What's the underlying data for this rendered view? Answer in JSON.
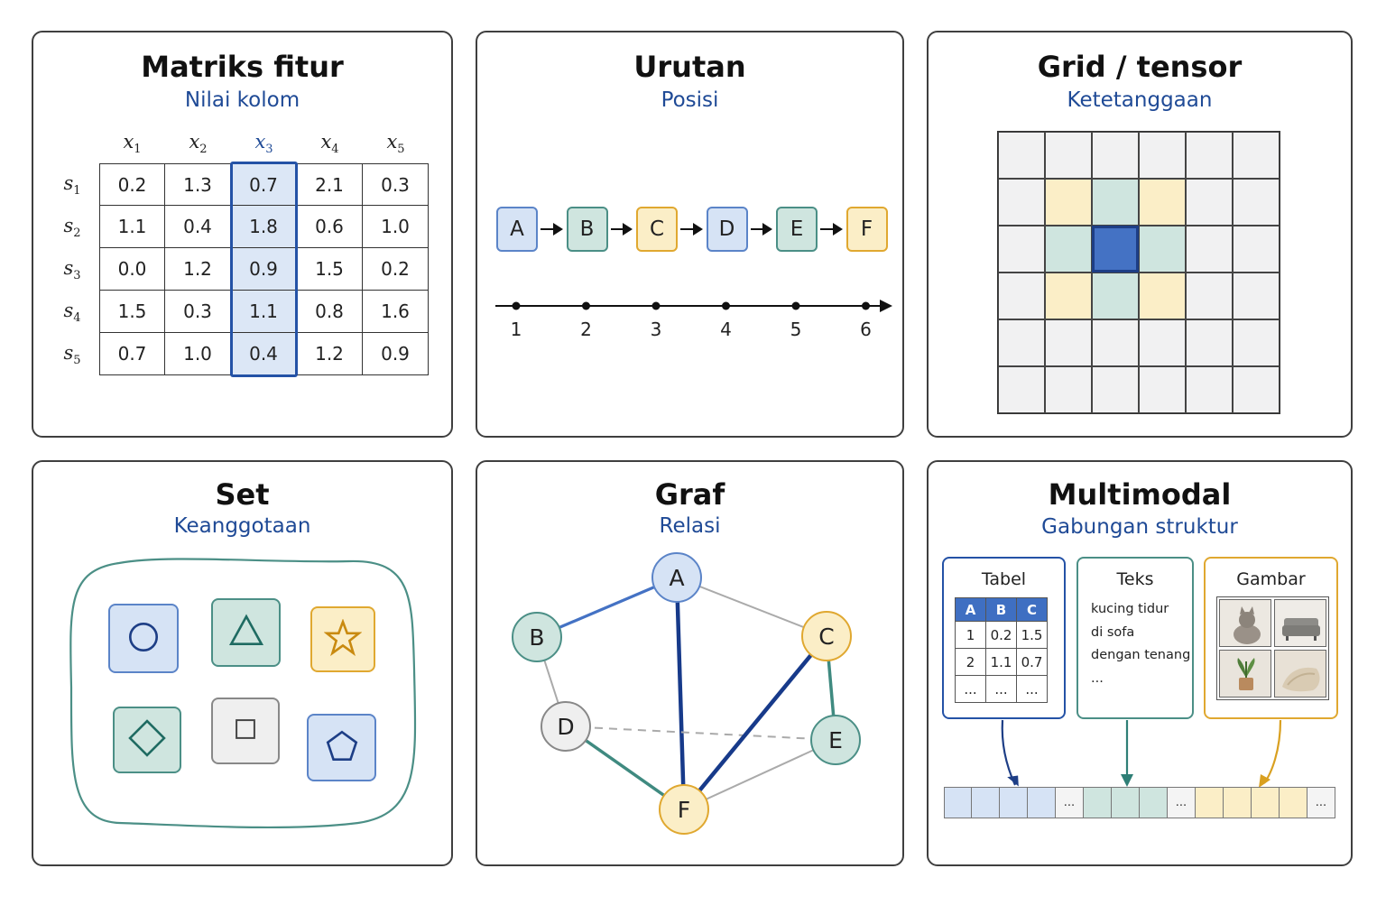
{
  "panels": {
    "matrix": {
      "title": "Matriks fitur",
      "subtitle": "Nilai kolom",
      "columns": [
        {
          "base": "x",
          "sub": "1"
        },
        {
          "base": "x",
          "sub": "2"
        },
        {
          "base": "x",
          "sub": "3"
        },
        {
          "base": "x",
          "sub": "4"
        },
        {
          "base": "x",
          "sub": "5"
        }
      ],
      "rows": [
        {
          "base": "s",
          "sub": "1"
        },
        {
          "base": "s",
          "sub": "2"
        },
        {
          "base": "s",
          "sub": "3"
        },
        {
          "base": "s",
          "sub": "4"
        },
        {
          "base": "s",
          "sub": "5"
        }
      ],
      "values": [
        [
          "0.2",
          "1.3",
          "0.7",
          "2.1",
          "0.3"
        ],
        [
          "1.1",
          "0.4",
          "1.8",
          "0.6",
          "1.0"
        ],
        [
          "0.0",
          "1.2",
          "0.9",
          "1.5",
          "0.2"
        ],
        [
          "1.5",
          "0.3",
          "1.1",
          "0.8",
          "1.6"
        ],
        [
          "0.7",
          "1.0",
          "0.4",
          "1.2",
          "0.9"
        ]
      ],
      "highlight_column": 2,
      "highlight_color": "#2452a6"
    },
    "sequence": {
      "title": "Urutan",
      "subtitle": "Posisi",
      "nodes": [
        {
          "label": "A",
          "color": "blue"
        },
        {
          "label": "B",
          "color": "teal"
        },
        {
          "label": "C",
          "color": "yellow"
        },
        {
          "label": "D",
          "color": "blue"
        },
        {
          "label": "E",
          "color": "teal"
        },
        {
          "label": "F",
          "color": "yellow"
        }
      ],
      "ticks": [
        "1",
        "2",
        "3",
        "4",
        "5",
        "6"
      ]
    },
    "grid": {
      "title": "Grid / tensor",
      "subtitle": "Ketetanggaan",
      "rows": 6,
      "cols": 6,
      "cells": [
        [
          "",
          "",
          "",
          "",
          "",
          ""
        ],
        [
          "",
          "yellow",
          "teal",
          "yellow",
          "",
          ""
        ],
        [
          "",
          "teal",
          "blue",
          "teal",
          "",
          ""
        ],
        [
          "",
          "yellow",
          "teal",
          "yellow",
          "",
          ""
        ],
        [
          "",
          "",
          "",
          "",
          "",
          ""
        ],
        [
          "",
          "",
          "",
          "",
          "",
          ""
        ]
      ]
    },
    "set": {
      "title": "Set",
      "subtitle": "Keanggotaan",
      "items": [
        {
          "shape": "circle-icon",
          "color": "blue"
        },
        {
          "shape": "triangle-icon",
          "color": "teal"
        },
        {
          "shape": "star-icon",
          "color": "yellow"
        },
        {
          "shape": "diamond-icon",
          "color": "teal"
        },
        {
          "shape": "square-icon",
          "color": "gray"
        },
        {
          "shape": "pentagon-icon",
          "color": "blue"
        }
      ]
    },
    "graph": {
      "title": "Graf",
      "subtitle": "Relasi",
      "nodes": [
        {
          "id": "A",
          "color": "blue"
        },
        {
          "id": "B",
          "color": "teal"
        },
        {
          "id": "C",
          "color": "yellow"
        },
        {
          "id": "D",
          "color": "gray"
        },
        {
          "id": "E",
          "color": "teal"
        },
        {
          "id": "F",
          "color": "yellow"
        }
      ],
      "edges": [
        {
          "from": "A",
          "to": "B",
          "style": "blue-medium"
        },
        {
          "from": "A",
          "to": "F",
          "style": "navy-thick"
        },
        {
          "from": "A",
          "to": "C",
          "style": "gray-thin"
        },
        {
          "from": "B",
          "to": "D",
          "style": "gray-thin"
        },
        {
          "from": "D",
          "to": "F",
          "style": "teal-medium"
        },
        {
          "from": "D",
          "to": "E",
          "style": "gray-dashed"
        },
        {
          "from": "C",
          "to": "F",
          "style": "navy-thick"
        },
        {
          "from": "C",
          "to": "E",
          "style": "teal-medium"
        },
        {
          "from": "E",
          "to": "F",
          "style": "gray-thin"
        }
      ]
    },
    "multimodal": {
      "title": "Multimodal",
      "subtitle": "Gabungan struktur",
      "tabel": {
        "label": "Tabel",
        "header": [
          "A",
          "B",
          "C"
        ],
        "rows": [
          [
            "1",
            "0.2",
            "1.5"
          ],
          [
            "2",
            "1.1",
            "0.7"
          ],
          [
            "...",
            "...",
            "..."
          ]
        ]
      },
      "teks": {
        "label": "Teks",
        "lines": [
          "kucing tidur",
          "di sofa",
          "dengan tenang",
          "..."
        ]
      },
      "gambar": {
        "label": "Gambar",
        "images": [
          "cat-image",
          "sofa-image",
          "plant-image",
          "blanket-image"
        ]
      },
      "tokens": {
        "blue_count": 4,
        "teal_count": 3,
        "yellow_count": 4,
        "ellipsis": "..."
      }
    }
  },
  "colors": {
    "blue_fill": "#d6e3f5",
    "blue_stroke": "#5b84c8",
    "teal_fill": "#cfe5df",
    "teal_stroke": "#4b8f86",
    "yellow_fill": "#fbeec7",
    "yellow_stroke": "#e0a830",
    "gray_fill": "#efefef",
    "gray_stroke": "#888888",
    "navy": "#173a8a"
  }
}
